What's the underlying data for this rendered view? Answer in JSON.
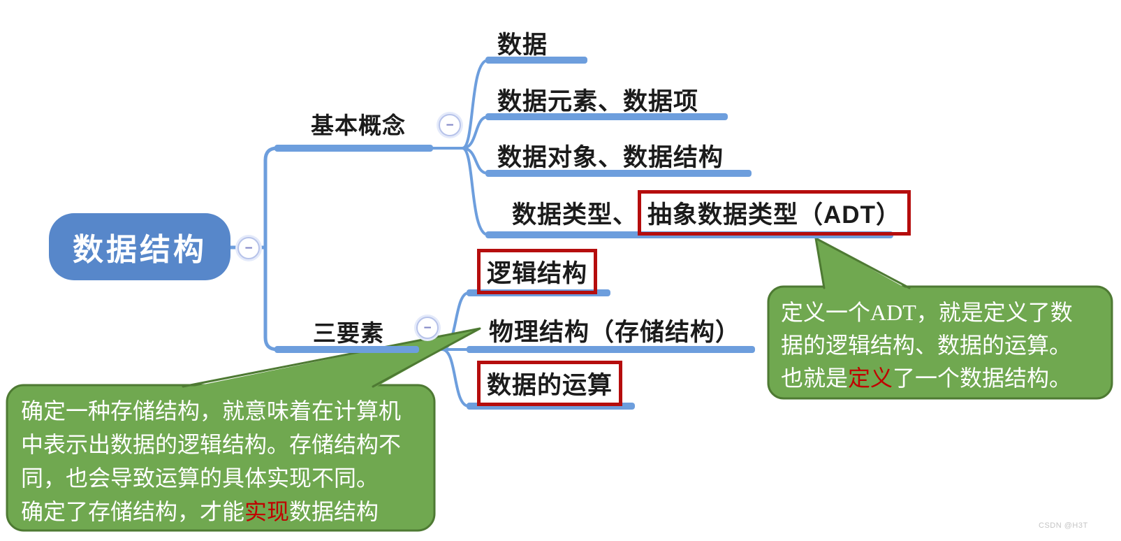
{
  "root": {
    "label": "数据结构"
  },
  "branches": [
    {
      "label": "基本概念",
      "children": [
        {
          "label": "数据"
        },
        {
          "label": "数据元素、数据项"
        },
        {
          "label": "数据对象、数据结构"
        },
        {
          "prefix": "数据类型、",
          "boxed": "抽象数据类型（ADT）"
        }
      ]
    },
    {
      "label": "三要素",
      "children": [
        {
          "boxed": "逻辑结构"
        },
        {
          "label": "物理结构（存储结构）"
        },
        {
          "boxed": "数据的运算"
        }
      ]
    }
  ],
  "callouts": {
    "adt": {
      "lines": [
        [
          {
            "t": "定义一个ADT，就是定义了数"
          }
        ],
        [
          {
            "t": "据的逻辑结构、数据的运算。"
          }
        ],
        [
          {
            "t": "也就是"
          },
          {
            "t": "定义",
            "red": true
          },
          {
            "t": "了一个数据结构。"
          }
        ]
      ]
    },
    "storage": {
      "lines": [
        [
          {
            "t": "确定一种存储结构，就意味着在计算机"
          }
        ],
        [
          {
            "t": "中表示出数据的逻辑结构。存储结构不"
          }
        ],
        [
          {
            "t": "同，也会导致运算的具体实现不同。"
          }
        ],
        [
          {
            "t": "确定了存储结构，才能"
          },
          {
            "t": "实现",
            "red": true
          },
          {
            "t": "数据结构"
          }
        ]
      ]
    }
  },
  "collapse_glyph": "−",
  "watermark": "CSDN @H3T",
  "colors": {
    "node_blue": "#5787ca",
    "line_blue": "#6d9edd",
    "text_dark": "#1b1b1b",
    "box_red": "#b50d0d",
    "callout_green": "#70a850",
    "callout_border": "#4e7a33",
    "callout_text": "#ffffff",
    "highlight_red": "#c00000",
    "collapse_border": "#b7c3ea",
    "collapse_glyph": "#8187c7",
    "watermark_gray": "#c4c4c4"
  }
}
